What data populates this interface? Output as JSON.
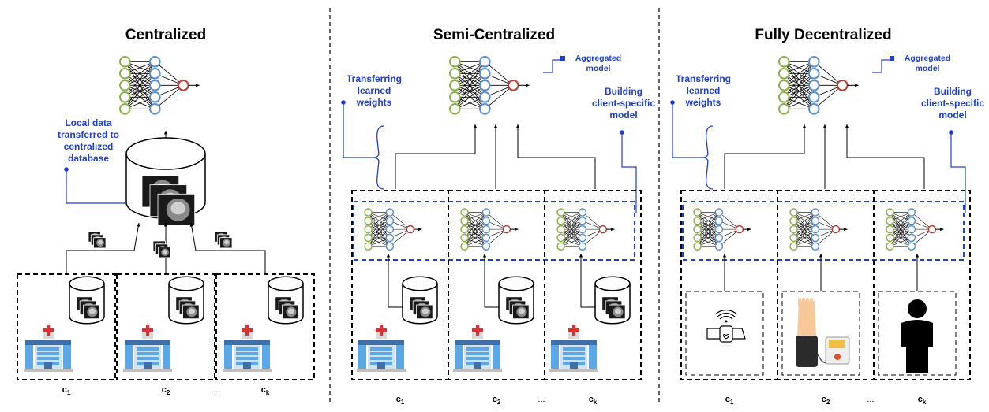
{
  "panels": [
    {
      "title": "Centralized",
      "note": "Local data transferred to centralized database",
      "note_lines": [
        "Local data",
        "transferred to",
        "centralized",
        "database"
      ],
      "clients": [
        "c1",
        "c2",
        "ck"
      ]
    },
    {
      "title": "Semi-Centralized",
      "aggregated_label_lines": [
        "Aggregated",
        "model"
      ],
      "transfer_label_lines": [
        "Transferring",
        "learned",
        "weights"
      ],
      "building_label_lines": [
        "Building",
        "client-specific",
        "model"
      ],
      "clients": [
        "c1",
        "c2",
        "ck"
      ]
    },
    {
      "title": "Fully Decentralized",
      "aggregated_label_lines": [
        "Aggregated",
        "model"
      ],
      "transfer_label_lines": [
        "Transferring",
        "learned",
        "weights"
      ],
      "building_label_lines": [
        "Building",
        "client-specific",
        "model"
      ],
      "clients": [
        "c1",
        "c2",
        "ck"
      ],
      "devices": [
        "smartwatch-icon",
        "blood-pressure-monitor-icon",
        "person-icon"
      ]
    }
  ],
  "ellipsis": "...",
  "colors": {
    "annotation": "#1f3fd0",
    "input_node": "#8ab04a",
    "hidden_node": "#5b8fcf",
    "output_node": "#c0392b",
    "hospital": "#5aa8e8",
    "cross": "#e03030"
  }
}
